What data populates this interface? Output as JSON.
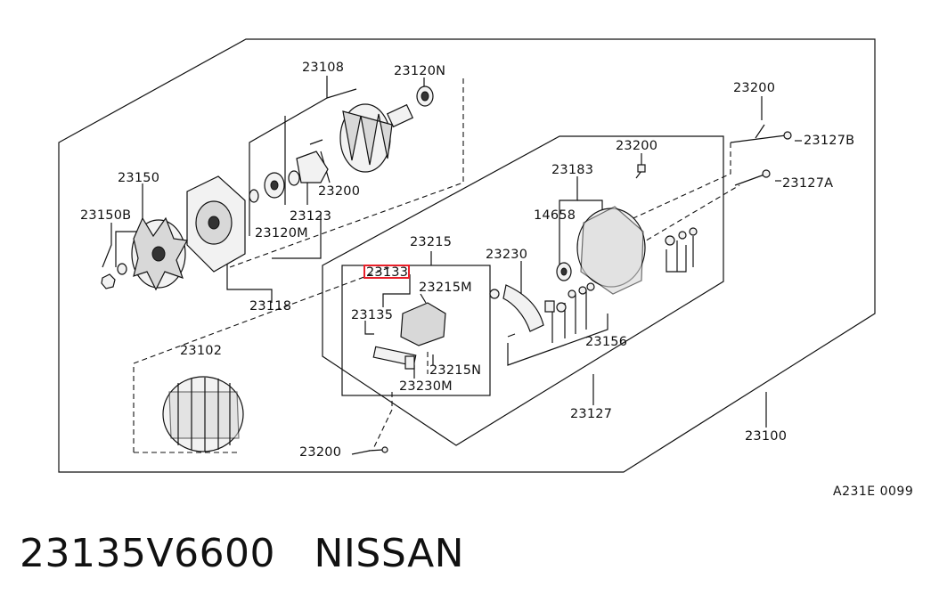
{
  "callouts": {
    "c23108": "23108",
    "c23120N": "23120N",
    "c23150": "23150",
    "c23150B": "23150B",
    "c23200_a": "23200",
    "c23123": "23123",
    "c23120M": "23120M",
    "c23118": "23118",
    "c23102": "23102",
    "c23200_b": "23200",
    "c23215": "23215",
    "c23133": "23133",
    "c23215M": "23215M",
    "c23135": "23135",
    "c23215N": "23215N",
    "c23230M": "23230M",
    "c23230": "23230",
    "c23183": "23183",
    "c14658": "14658",
    "c23200_c": "23200",
    "c23200_d": "23200",
    "c23127B": "23127B",
    "c23127A": "23127A",
    "c23156": "23156",
    "c23127": "23127",
    "c23100": "23100"
  },
  "reference_code": "A231E 0099",
  "footer": {
    "part_number": "23135V6600",
    "brand": "NISSAN"
  },
  "colors": {
    "line": "#111111",
    "highlight": "#e8202a",
    "background": "#ffffff"
  }
}
